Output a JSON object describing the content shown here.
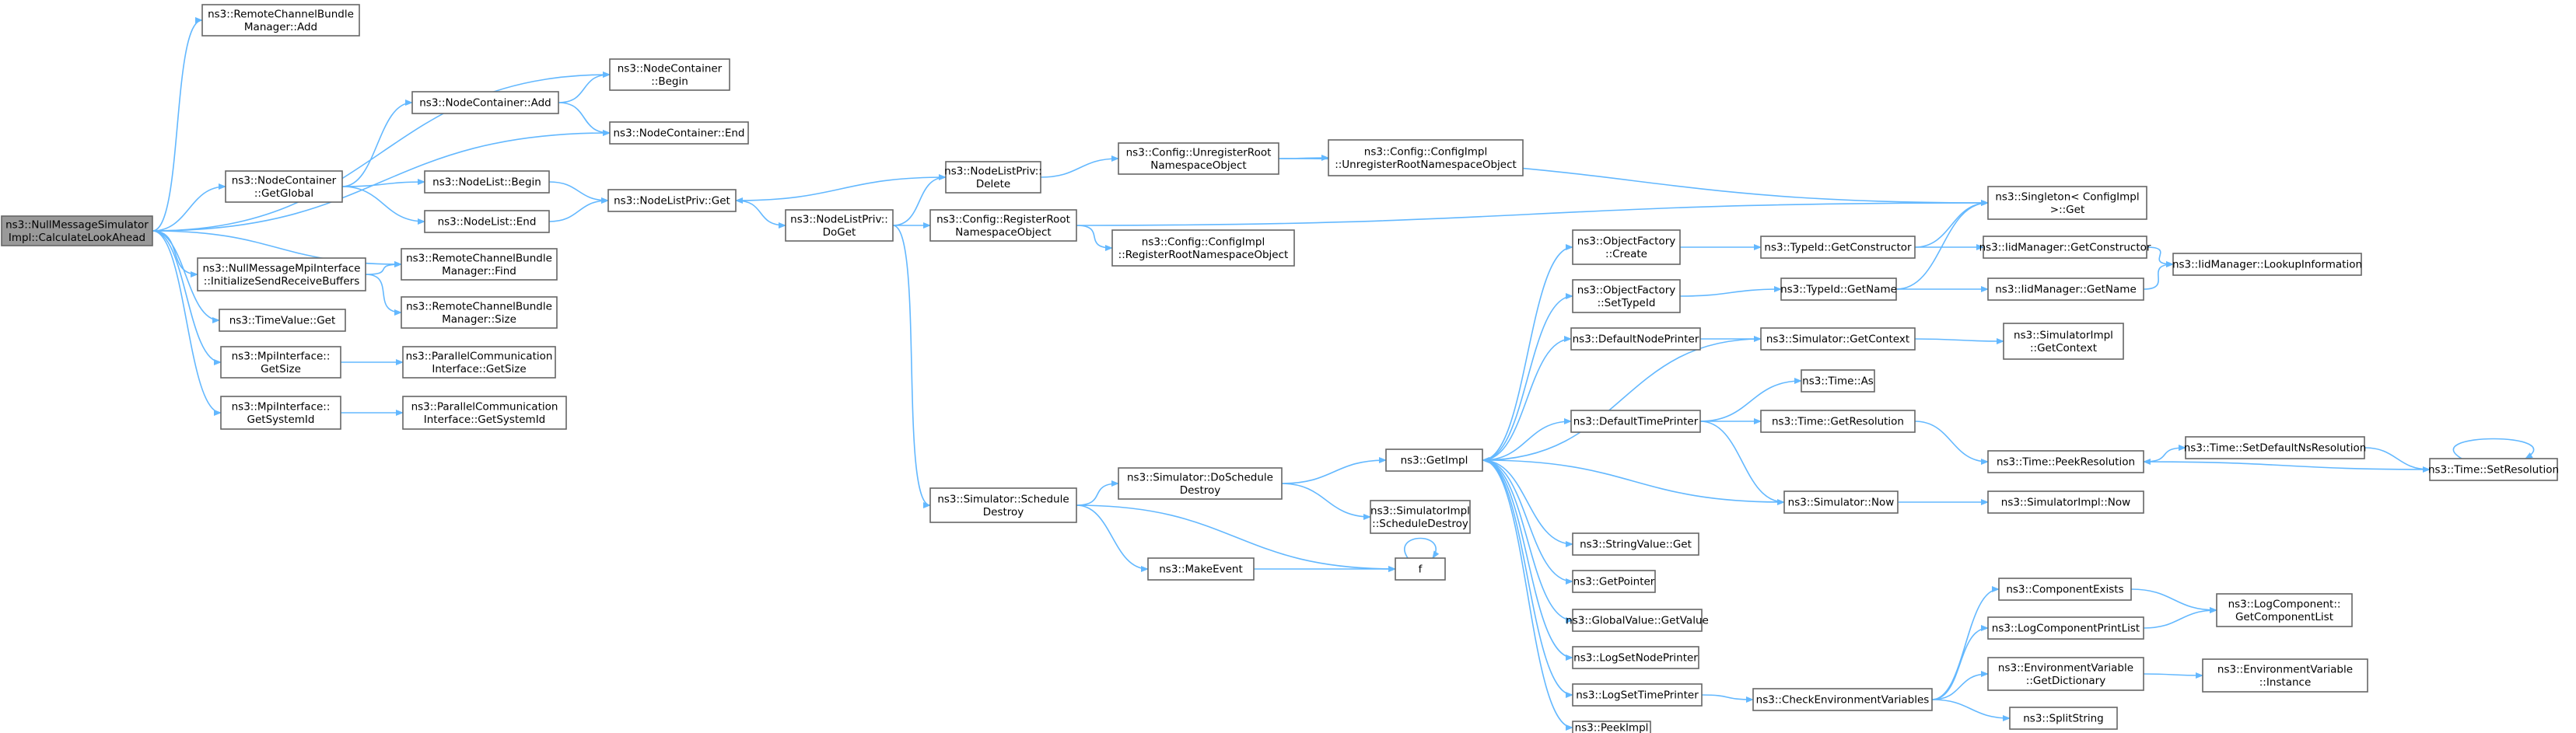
{
  "diagram": {
    "colors": {
      "edge": "#63b8ff",
      "node_border": "#666666",
      "root_fill": "#999999",
      "node_fill": "#ffffff"
    },
    "nodes": [
      {
        "id": "root",
        "lines": [
          "ns3::NullMessageSimulator",
          "Impl::CalculateLookAhead"
        ]
      },
      {
        "id": "rcbAdd",
        "lines": [
          "ns3::RemoteChannelBundle",
          "Manager::Add"
        ]
      },
      {
        "id": "ncAdd",
        "lines": [
          "ns3::NodeContainer::Add"
        ]
      },
      {
        "id": "ncBegin",
        "lines": [
          "ns3::NodeContainer",
          "::Begin"
        ]
      },
      {
        "id": "ncEnd",
        "lines": [
          "ns3::NodeContainer::End"
        ]
      },
      {
        "id": "ncGetGlobal",
        "lines": [
          "ns3::NodeContainer",
          "::GetGlobal"
        ]
      },
      {
        "id": "nlBegin",
        "lines": [
          "ns3::NodeList::Begin"
        ]
      },
      {
        "id": "nlEnd",
        "lines": [
          "ns3::NodeList::End"
        ]
      },
      {
        "id": "nlpGet",
        "lines": [
          "ns3::NodeListPriv::Get"
        ]
      },
      {
        "id": "nlpDelete",
        "lines": [
          "ns3::NodeListPriv::",
          "Delete"
        ]
      },
      {
        "id": "nlpDoGet",
        "lines": [
          "ns3::NodeListPriv::",
          "DoGet"
        ]
      },
      {
        "id": "cfgUnreg",
        "lines": [
          "ns3::Config::UnregisterRoot",
          "NamespaceObject"
        ]
      },
      {
        "id": "cfgImplUnreg",
        "lines": [
          "ns3::Config::ConfigImpl",
          "::UnregisterRootNamespaceObject"
        ]
      },
      {
        "id": "cfgReg",
        "lines": [
          "ns3::Config::RegisterRoot",
          "NamespaceObject"
        ]
      },
      {
        "id": "cfgImplReg",
        "lines": [
          "ns3::Config::ConfigImpl",
          "::RegisterRootNamespaceObject"
        ]
      },
      {
        "id": "singleton",
        "lines": [
          "ns3::Singleton< ConfigImpl",
          ">::Get"
        ]
      },
      {
        "id": "nmmpiInit",
        "lines": [
          "ns3::NullMessageMpiInterface",
          "::InitializeSendReceiveBuffers"
        ]
      },
      {
        "id": "rcbFind",
        "lines": [
          "ns3::RemoteChannelBundle",
          "Manager::Find"
        ]
      },
      {
        "id": "rcbSize",
        "lines": [
          "ns3::RemoteChannelBundle",
          "Manager::Size"
        ]
      },
      {
        "id": "tvGet",
        "lines": [
          "ns3::TimeValue::Get"
        ]
      },
      {
        "id": "mpiGetSize",
        "lines": [
          "ns3::MpiInterface::",
          "GetSize"
        ]
      },
      {
        "id": "pciGetSize",
        "lines": [
          "ns3::ParallelCommunication",
          "Interface::GetSize"
        ]
      },
      {
        "id": "mpiGetSysId",
        "lines": [
          "ns3::MpiInterface::",
          "GetSystemId"
        ]
      },
      {
        "id": "pciGetSysId",
        "lines": [
          "ns3::ParallelCommunication",
          "Interface::GetSystemId"
        ]
      },
      {
        "id": "simSchedDestroy",
        "lines": [
          "ns3::Simulator::Schedule",
          "Destroy"
        ]
      },
      {
        "id": "simDoSchedDestroy",
        "lines": [
          "ns3::Simulator::DoSchedule",
          "Destroy"
        ]
      },
      {
        "id": "makeEvent",
        "lines": [
          "ns3::MakeEvent"
        ]
      },
      {
        "id": "f",
        "lines": [
          "f"
        ]
      },
      {
        "id": "simImplSchedDestroy",
        "lines": [
          "ns3::SimulatorImpl",
          "::ScheduleDestroy"
        ]
      },
      {
        "id": "getImpl",
        "lines": [
          "ns3::GetImpl"
        ]
      },
      {
        "id": "ofCreate",
        "lines": [
          "ns3::ObjectFactory",
          "::Create"
        ]
      },
      {
        "id": "ofSetTypeId",
        "lines": [
          "ns3::ObjectFactory",
          "::SetTypeId"
        ]
      },
      {
        "id": "defNodePrinter",
        "lines": [
          "ns3::DefaultNodePrinter"
        ]
      },
      {
        "id": "defTimePrinter",
        "lines": [
          "ns3::DefaultTimePrinter"
        ]
      },
      {
        "id": "strValGet",
        "lines": [
          "ns3::StringValue::Get"
        ]
      },
      {
        "id": "getPointer",
        "lines": [
          "ns3::GetPointer"
        ]
      },
      {
        "id": "gvGetValue",
        "lines": [
          "ns3::GlobalValue::GetValue"
        ]
      },
      {
        "id": "logSetNodePrinter",
        "lines": [
          "ns3::LogSetNodePrinter"
        ]
      },
      {
        "id": "logSetTimePrinter",
        "lines": [
          "ns3::LogSetTimePrinter"
        ]
      },
      {
        "id": "peekImpl",
        "lines": [
          "ns3::PeekImpl"
        ]
      },
      {
        "id": "tidGetCtor",
        "lines": [
          "ns3::TypeId::GetConstructor"
        ]
      },
      {
        "id": "tidGetName",
        "lines": [
          "ns3::TypeId::GetName"
        ]
      },
      {
        "id": "iidGetCtor",
        "lines": [
          "ns3::IidManager::GetConstructor"
        ]
      },
      {
        "id": "iidGetName",
        "lines": [
          "ns3::IidManager::GetName"
        ]
      },
      {
        "id": "iidLookup",
        "lines": [
          "ns3::IidManager::LookupInformation"
        ]
      },
      {
        "id": "simGetContext",
        "lines": [
          "ns3::Simulator::GetContext"
        ]
      },
      {
        "id": "simImplGetContext",
        "lines": [
          "ns3::SimulatorImpl",
          "::GetContext"
        ]
      },
      {
        "id": "timeAs",
        "lines": [
          "ns3::Time::As"
        ]
      },
      {
        "id": "timeGetRes",
        "lines": [
          "ns3::Time::GetResolution"
        ]
      },
      {
        "id": "timePeekRes",
        "lines": [
          "ns3::Time::PeekResolution"
        ]
      },
      {
        "id": "timeSetDefNs",
        "lines": [
          "ns3::Time::SetDefaultNsResolution"
        ]
      },
      {
        "id": "timeSetRes",
        "lines": [
          "ns3::Time::SetResolution"
        ]
      },
      {
        "id": "simNow",
        "lines": [
          "ns3::Simulator::Now"
        ]
      },
      {
        "id": "simImplNow",
        "lines": [
          "ns3::SimulatorImpl::Now"
        ]
      },
      {
        "id": "checkEnv",
        "lines": [
          "ns3::CheckEnvironmentVariables"
        ]
      },
      {
        "id": "compExists",
        "lines": [
          "ns3::ComponentExists"
        ]
      },
      {
        "id": "logCompPrintList",
        "lines": [
          "ns3::LogComponentPrintList"
        ]
      },
      {
        "id": "logCompGetList",
        "lines": [
          "ns3::LogComponent::",
          "GetComponentList"
        ]
      },
      {
        "id": "envGetDict",
        "lines": [
          "ns3::EnvironmentVariable",
          "::GetDictionary"
        ]
      },
      {
        "id": "envInstance",
        "lines": [
          "ns3::EnvironmentVariable",
          "::Instance"
        ]
      },
      {
        "id": "splitString",
        "lines": [
          "ns3::SplitString"
        ]
      }
    ],
    "edges": [
      [
        "root",
        "rcbAdd"
      ],
      [
        "root",
        "ncBegin"
      ],
      [
        "root",
        "ncEnd"
      ],
      [
        "root",
        "ncGetGlobal"
      ],
      [
        "root",
        "rcbFind"
      ],
      [
        "root",
        "nmmpiInit"
      ],
      [
        "root",
        "tvGet"
      ],
      [
        "root",
        "mpiGetSize"
      ],
      [
        "root",
        "mpiGetSysId"
      ],
      [
        "ncAdd",
        "ncBegin"
      ],
      [
        "ncAdd",
        "ncEnd"
      ],
      [
        "ncGetGlobal",
        "ncAdd"
      ],
      [
        "ncGetGlobal",
        "nlBegin"
      ],
      [
        "ncGetGlobal",
        "nlEnd"
      ],
      [
        "nlBegin",
        "nlpGet"
      ],
      [
        "nlEnd",
        "nlpGet"
      ],
      [
        "nlpGet",
        "nlpDoGet"
      ],
      [
        "nlpDelete",
        "nlpGet"
      ],
      [
        "nlpDelete",
        "cfgUnreg"
      ],
      [
        "nlpDoGet",
        "nlpDelete"
      ],
      [
        "nlpDoGet",
        "cfgReg"
      ],
      [
        "nlpDoGet",
        "simSchedDestroy"
      ],
      [
        "cfgUnreg",
        "cfgImplUnreg"
      ],
      [
        "cfgUnreg",
        "singleton"
      ],
      [
        "cfgReg",
        "cfgImplReg"
      ],
      [
        "cfgReg",
        "singleton"
      ],
      [
        "nmmpiInit",
        "rcbFind"
      ],
      [
        "nmmpiInit",
        "rcbSize"
      ],
      [
        "mpiGetSize",
        "pciGetSize"
      ],
      [
        "mpiGetSysId",
        "pciGetSysId"
      ],
      [
        "simSchedDestroy",
        "simDoSchedDestroy"
      ],
      [
        "simSchedDestroy",
        "makeEvent"
      ],
      [
        "simSchedDestroy",
        "f"
      ],
      [
        "simDoSchedDestroy",
        "simImplSchedDestroy"
      ],
      [
        "simDoSchedDestroy",
        "getImpl"
      ],
      [
        "makeEvent",
        "f"
      ],
      [
        "f",
        "f"
      ],
      [
        "getImpl",
        "ofCreate"
      ],
      [
        "getImpl",
        "ofSetTypeId"
      ],
      [
        "getImpl",
        "defNodePrinter"
      ],
      [
        "getImpl",
        "defTimePrinter"
      ],
      [
        "getImpl",
        "strValGet"
      ],
      [
        "getImpl",
        "getPointer"
      ],
      [
        "getImpl",
        "gvGetValue"
      ],
      [
        "getImpl",
        "logSetNodePrinter"
      ],
      [
        "getImpl",
        "logSetTimePrinter"
      ],
      [
        "getImpl",
        "peekImpl"
      ],
      [
        "ofCreate",
        "tidGetCtor"
      ],
      [
        "ofSetTypeId",
        "tidGetName"
      ],
      [
        "tidGetCtor",
        "singleton"
      ],
      [
        "tidGetCtor",
        "iidGetCtor"
      ],
      [
        "tidGetName",
        "singleton"
      ],
      [
        "tidGetName",
        "iidGetName"
      ],
      [
        "iidGetCtor",
        "iidLookup"
      ],
      [
        "iidGetName",
        "iidLookup"
      ],
      [
        "defNodePrinter",
        "simGetContext"
      ],
      [
        "simGetContext",
        "simImplGetContext"
      ],
      [
        "simGetContext",
        "getImpl"
      ],
      [
        "defTimePrinter",
        "timeAs"
      ],
      [
        "defTimePrinter",
        "timeGetRes"
      ],
      [
        "defTimePrinter",
        "simNow"
      ],
      [
        "timeGetRes",
        "timePeekRes"
      ],
      [
        "timePeekRes",
        "timeSetDefNs"
      ],
      [
        "timeSetDefNs",
        "timeSetRes"
      ],
      [
        "timeSetRes",
        "timePeekRes"
      ],
      [
        "timeSetRes",
        "timeSetRes"
      ],
      [
        "simNow",
        "getImpl"
      ],
      [
        "simNow",
        "simImplNow"
      ],
      [
        "logSetTimePrinter",
        "checkEnv"
      ],
      [
        "checkEnv",
        "compExists"
      ],
      [
        "checkEnv",
        "logCompPrintList"
      ],
      [
        "checkEnv",
        "envGetDict"
      ],
      [
        "checkEnv",
        "splitString"
      ],
      [
        "compExists",
        "logCompGetList"
      ],
      [
        "logCompPrintList",
        "logCompGetList"
      ],
      [
        "envGetDict",
        "envInstance"
      ]
    ]
  }
}
